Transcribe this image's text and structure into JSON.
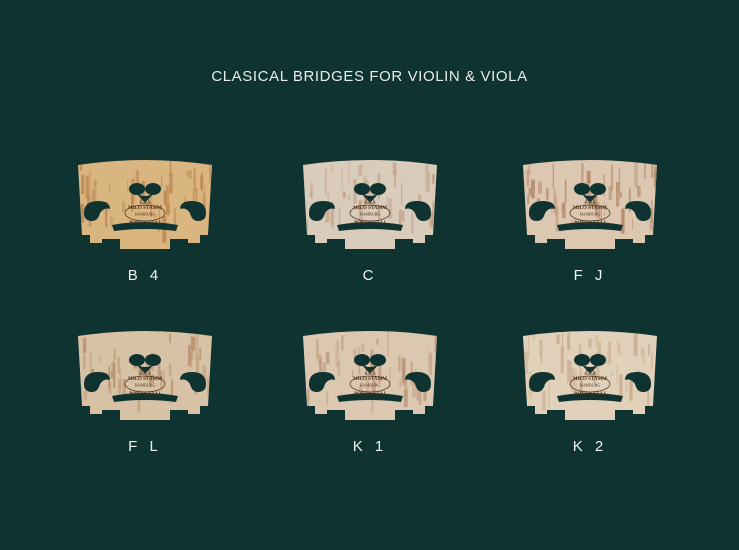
{
  "title": "CLASICAL BRIDGES FOR VIOLIN & VIOLA",
  "stamp": {
    "maker": "MILO STAMM",
    "city": "HAMBURG",
    "line": "PONTICELLI"
  },
  "bridges": [
    {
      "label": "B 4",
      "wood": "#d9b680",
      "figure": "#b9824e"
    },
    {
      "label": "C",
      "wood": "#d9ccbb",
      "figure": "#c09c82"
    },
    {
      "label": "F J",
      "wood": "#dcc7b1",
      "figure": "#b07f60"
    },
    {
      "label": "F L",
      "wood": "#d7c2a6",
      "figure": "#b58c67"
    },
    {
      "label": "K 1",
      "wood": "#dcc8b1",
      "figure": "#b99577"
    },
    {
      "label": "K 2",
      "wood": "#e2d1ba",
      "figure": "#c5a78a"
    }
  ]
}
